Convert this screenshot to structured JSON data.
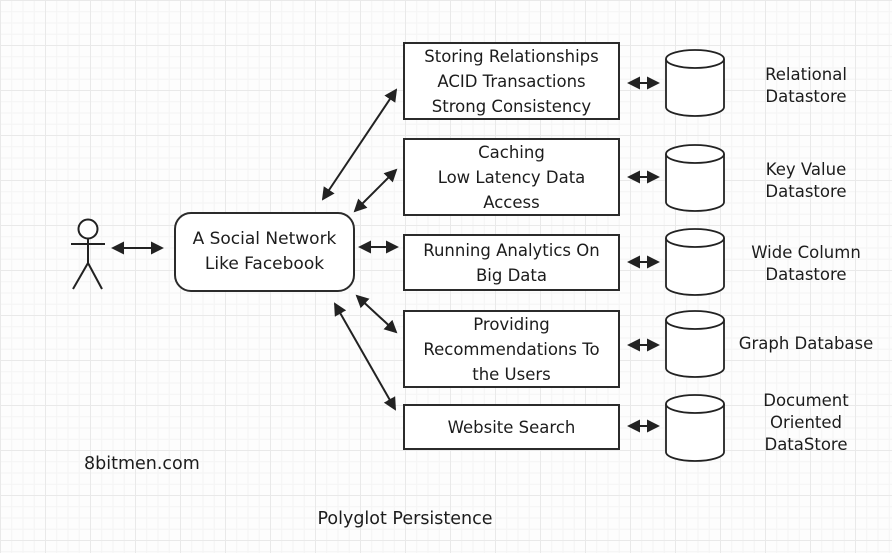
{
  "diagram": {
    "title": "Polyglot Persistence",
    "watermark": "8bitmen.com",
    "actor": {
      "icon": "stick-figure-person"
    },
    "main_node": {
      "label": "A Social Network\nLike Facebook"
    },
    "rows": [
      {
        "use_case": "Storing Relationships\nACID Transactions\nStrong Consistency",
        "datastore": "Relational\nDatastore"
      },
      {
        "use_case": "Caching\nLow Latency Data\nAccess",
        "datastore": "Key Value\nDatastore"
      },
      {
        "use_case": "Running Analytics On\nBig Data",
        "datastore": "Wide Column\nDatastore"
      },
      {
        "use_case": "Providing\nRecommendations To\nthe Users",
        "datastore": "Graph Database"
      },
      {
        "use_case": "Website Search",
        "datastore": "Document\nOriented\nDataStore"
      }
    ],
    "icons": {
      "datastore": "database-cylinder",
      "connector": "double-headed-arrow"
    },
    "colors": {
      "line": "#222222",
      "box_border": "#2b2b2b",
      "box_fill": "#ffffff",
      "text": "#1c1c1c",
      "background": "#fdfdfd",
      "grid_minor": "#f4f4f4",
      "grid_major": "#e9e9e9"
    }
  }
}
